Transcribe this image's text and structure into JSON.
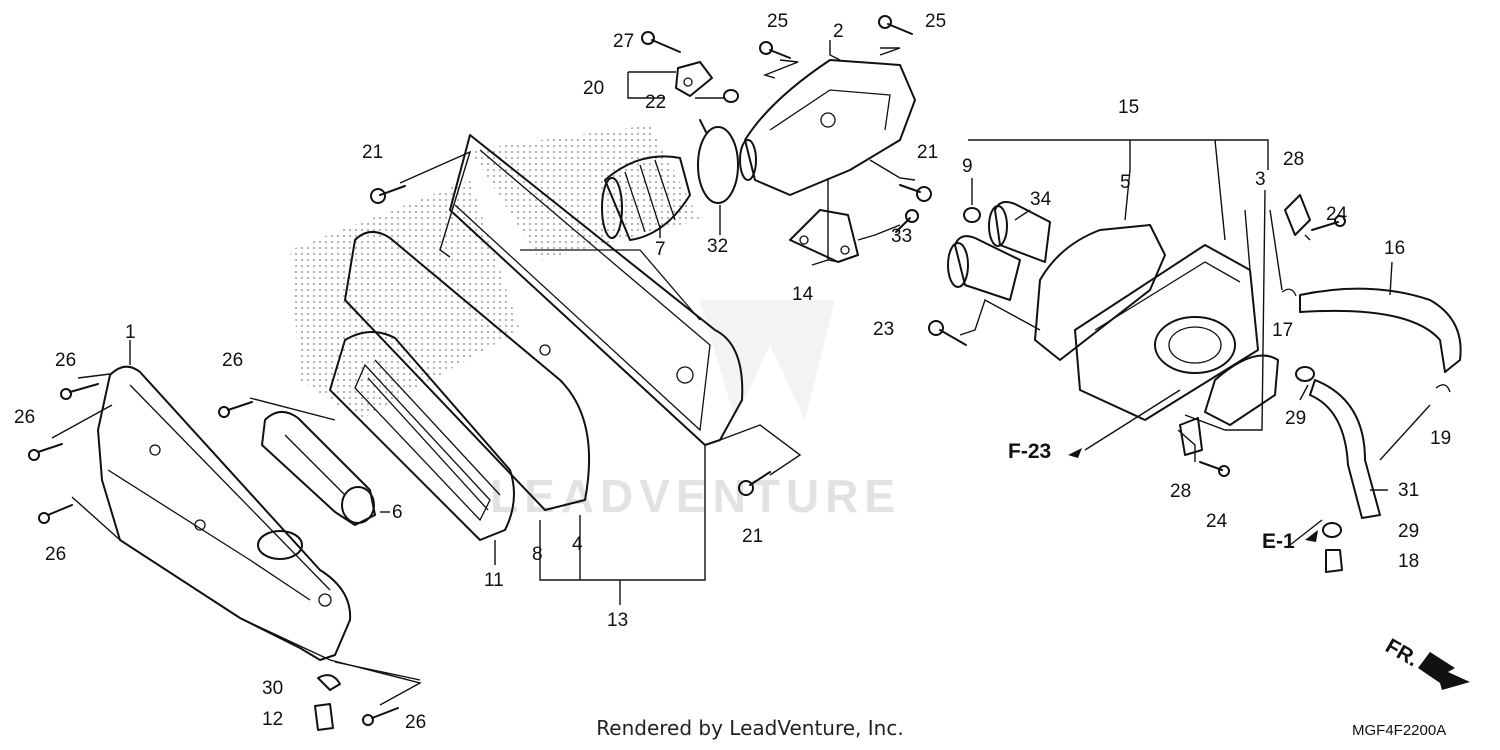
{
  "watermark": "LEADVENTURE",
  "footer": "Rendered by LeadVenture, Inc.",
  "diagram_code": "MGF4F2200A",
  "front_marker": "FR.",
  "callouts": [
    {
      "id": "c1",
      "text": "1"
    },
    {
      "id": "c2",
      "text": "2"
    },
    {
      "id": "c3",
      "text": "3"
    },
    {
      "id": "c4",
      "text": "4"
    },
    {
      "id": "c5",
      "text": "5"
    },
    {
      "id": "c6",
      "text": "6"
    },
    {
      "id": "c7",
      "text": "7"
    },
    {
      "id": "c8",
      "text": "8"
    },
    {
      "id": "c9",
      "text": "9"
    },
    {
      "id": "c11",
      "text": "11"
    },
    {
      "id": "c12",
      "text": "12"
    },
    {
      "id": "c13",
      "text": "13"
    },
    {
      "id": "c14",
      "text": "14"
    },
    {
      "id": "c15",
      "text": "15"
    },
    {
      "id": "c16",
      "text": "16"
    },
    {
      "id": "c17",
      "text": "17"
    },
    {
      "id": "c18",
      "text": "18"
    },
    {
      "id": "c19",
      "text": "19"
    },
    {
      "id": "c20",
      "text": "20"
    },
    {
      "id": "c21a",
      "text": "21"
    },
    {
      "id": "c21b",
      "text": "21"
    },
    {
      "id": "c21c",
      "text": "21"
    },
    {
      "id": "c22",
      "text": "22"
    },
    {
      "id": "c23",
      "text": "23"
    },
    {
      "id": "c24a",
      "text": "24"
    },
    {
      "id": "c24b",
      "text": "24"
    },
    {
      "id": "c25a",
      "text": "25"
    },
    {
      "id": "c25b",
      "text": "25"
    },
    {
      "id": "c26a",
      "text": "26"
    },
    {
      "id": "c26b",
      "text": "26"
    },
    {
      "id": "c26c",
      "text": "26"
    },
    {
      "id": "c26d",
      "text": "26"
    },
    {
      "id": "c26e",
      "text": "26"
    },
    {
      "id": "c27",
      "text": "27"
    },
    {
      "id": "c28a",
      "text": "28"
    },
    {
      "id": "c28b",
      "text": "28"
    },
    {
      "id": "c29a",
      "text": "29"
    },
    {
      "id": "c29b",
      "text": "29"
    },
    {
      "id": "c30",
      "text": "30"
    },
    {
      "id": "c31",
      "text": "31"
    },
    {
      "id": "c32",
      "text": "32"
    },
    {
      "id": "c33",
      "text": "33"
    },
    {
      "id": "c34",
      "text": "34"
    },
    {
      "id": "refF23",
      "text": "F-23"
    },
    {
      "id": "refE1",
      "text": "E-1"
    }
  ]
}
